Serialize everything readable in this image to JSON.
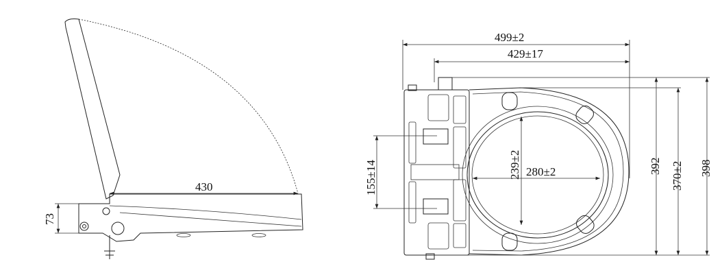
{
  "side_view": {
    "length": "430",
    "height": "73"
  },
  "top_view": {
    "overall_width": "499±2",
    "seat_width": "429±17",
    "mount_spacing": "155±14",
    "opening_width": "239±2",
    "opening_length": "280±2",
    "seat_depth": "392",
    "inner_depth": "370±2",
    "overall_depth": "398"
  }
}
